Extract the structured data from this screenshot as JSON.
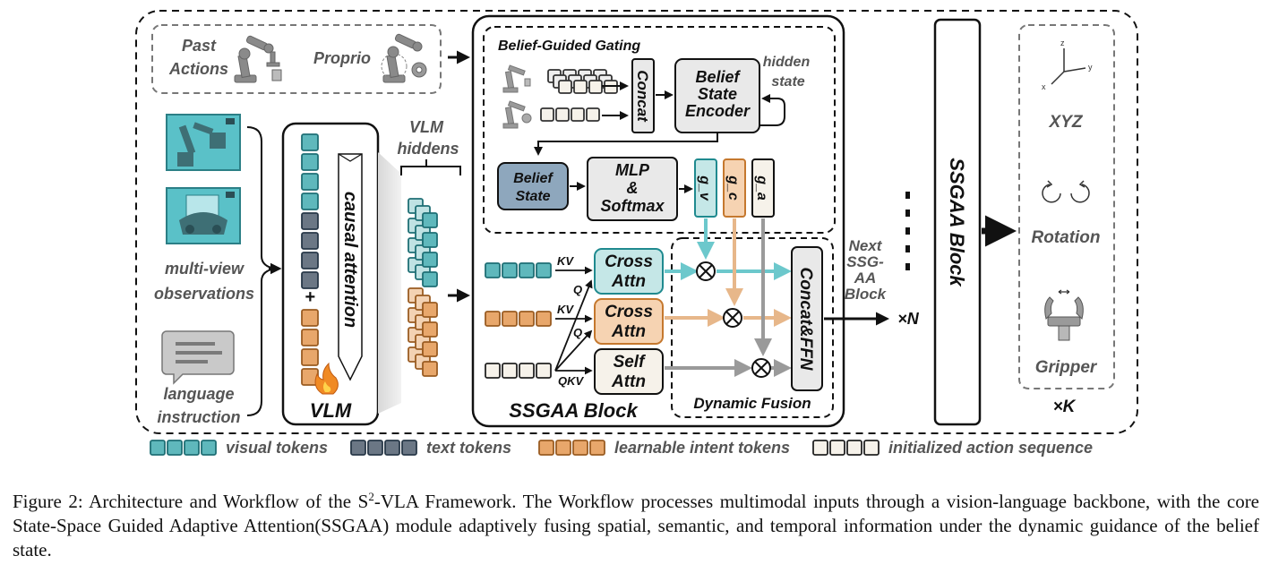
{
  "inputs": {
    "past_actions": [
      "Past",
      "Actions"
    ],
    "proprio": "Proprio",
    "observations": [
      "multi-view",
      "observations"
    ],
    "instruction": [
      "language",
      "instruction"
    ]
  },
  "vlm": {
    "title": "VLM",
    "attention": "causal attention",
    "plus": "+",
    "hiddens": [
      "VLM",
      "hiddens"
    ]
  },
  "belief": {
    "title": "Belief-Guided Gating",
    "concat": "Concat",
    "encoder": [
      "Belief",
      "State",
      "Encoder"
    ],
    "hidden_state": [
      "hidden",
      "state"
    ],
    "state": [
      "Belief",
      "State"
    ],
    "mlp": [
      "MLP",
      "&",
      "Softmax"
    ],
    "gates": [
      "g_v",
      "g_c",
      "g_a"
    ]
  },
  "ssgaa": {
    "title": "SSGAA Block",
    "cross": [
      "Cross",
      "Attn"
    ],
    "self": [
      "Self",
      "Attn"
    ],
    "kv": "KV",
    "q": "Q",
    "qkv": "QKV",
    "concat_ffn": "Concat&FFN",
    "dynamic_fusion": "Dynamic Fusion",
    "next": [
      "Next",
      "SSG-",
      "AA",
      "Block"
    ],
    "times_n": "×N",
    "outer_block": "SSGAA Block"
  },
  "outputs": {
    "items": [
      "XYZ",
      "Rotation",
      "Gripper"
    ],
    "axes": [
      "z",
      "y",
      "x"
    ],
    "times_k": "×K"
  },
  "legend": {
    "items": [
      "visual tokens",
      "text tokens",
      "learnable intent tokens",
      "initialized action sequence"
    ]
  },
  "colors": {
    "visual": "#5fb8bc",
    "visual_stroke": "#1f6f75",
    "text": "#6b7785",
    "text_stroke": "#283848",
    "intent": "#e8a76b",
    "intent_stroke": "#9a5c22",
    "action": "#f6f2ea",
    "action_stroke": "#222222",
    "belief": "#8ea7bd",
    "grey_box": "#e9e9e9",
    "teal_light": "#c5e7e7",
    "orange_light": "#f6d3b2"
  },
  "caption": {
    "figure": "Figure 2:",
    "pre": "Architecture and Workflow of the S",
    "sup": "2",
    "post": "-VLA Framework. The Workflow processes multimodal inputs through a vision-language backbone, with the core State-Space Guided Adaptive Attention(SSGAA) module adaptively fusing spatial, semantic, and temporal information under the dynamic guidance of the belief state."
  }
}
